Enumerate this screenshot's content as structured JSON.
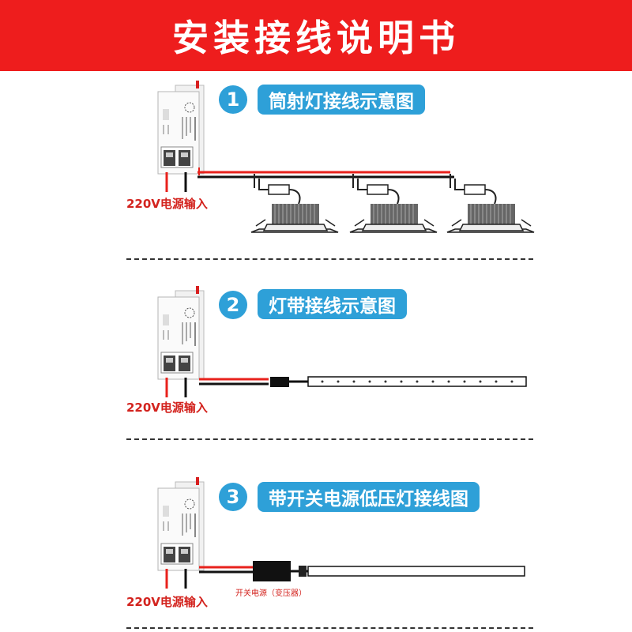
{
  "header": {
    "title": "安装接线说明书"
  },
  "sections": [
    {
      "number": "1",
      "title": "筒射灯接线示意图",
      "power_input": "220V电源输入"
    },
    {
      "number": "2",
      "title": "灯带接线示意图",
      "power_input": "220V电源输入"
    },
    {
      "number": "3",
      "title": "带开关电源低压灯接线图",
      "power_input": "220V电源输入",
      "transformer_label": "开关电源（变压器）"
    }
  ],
  "colors": {
    "header_bg": "#ee1d1d",
    "accent_blue": "#2ea0d8",
    "wire_red": "#e8221c",
    "text_red": "#d3231e"
  }
}
